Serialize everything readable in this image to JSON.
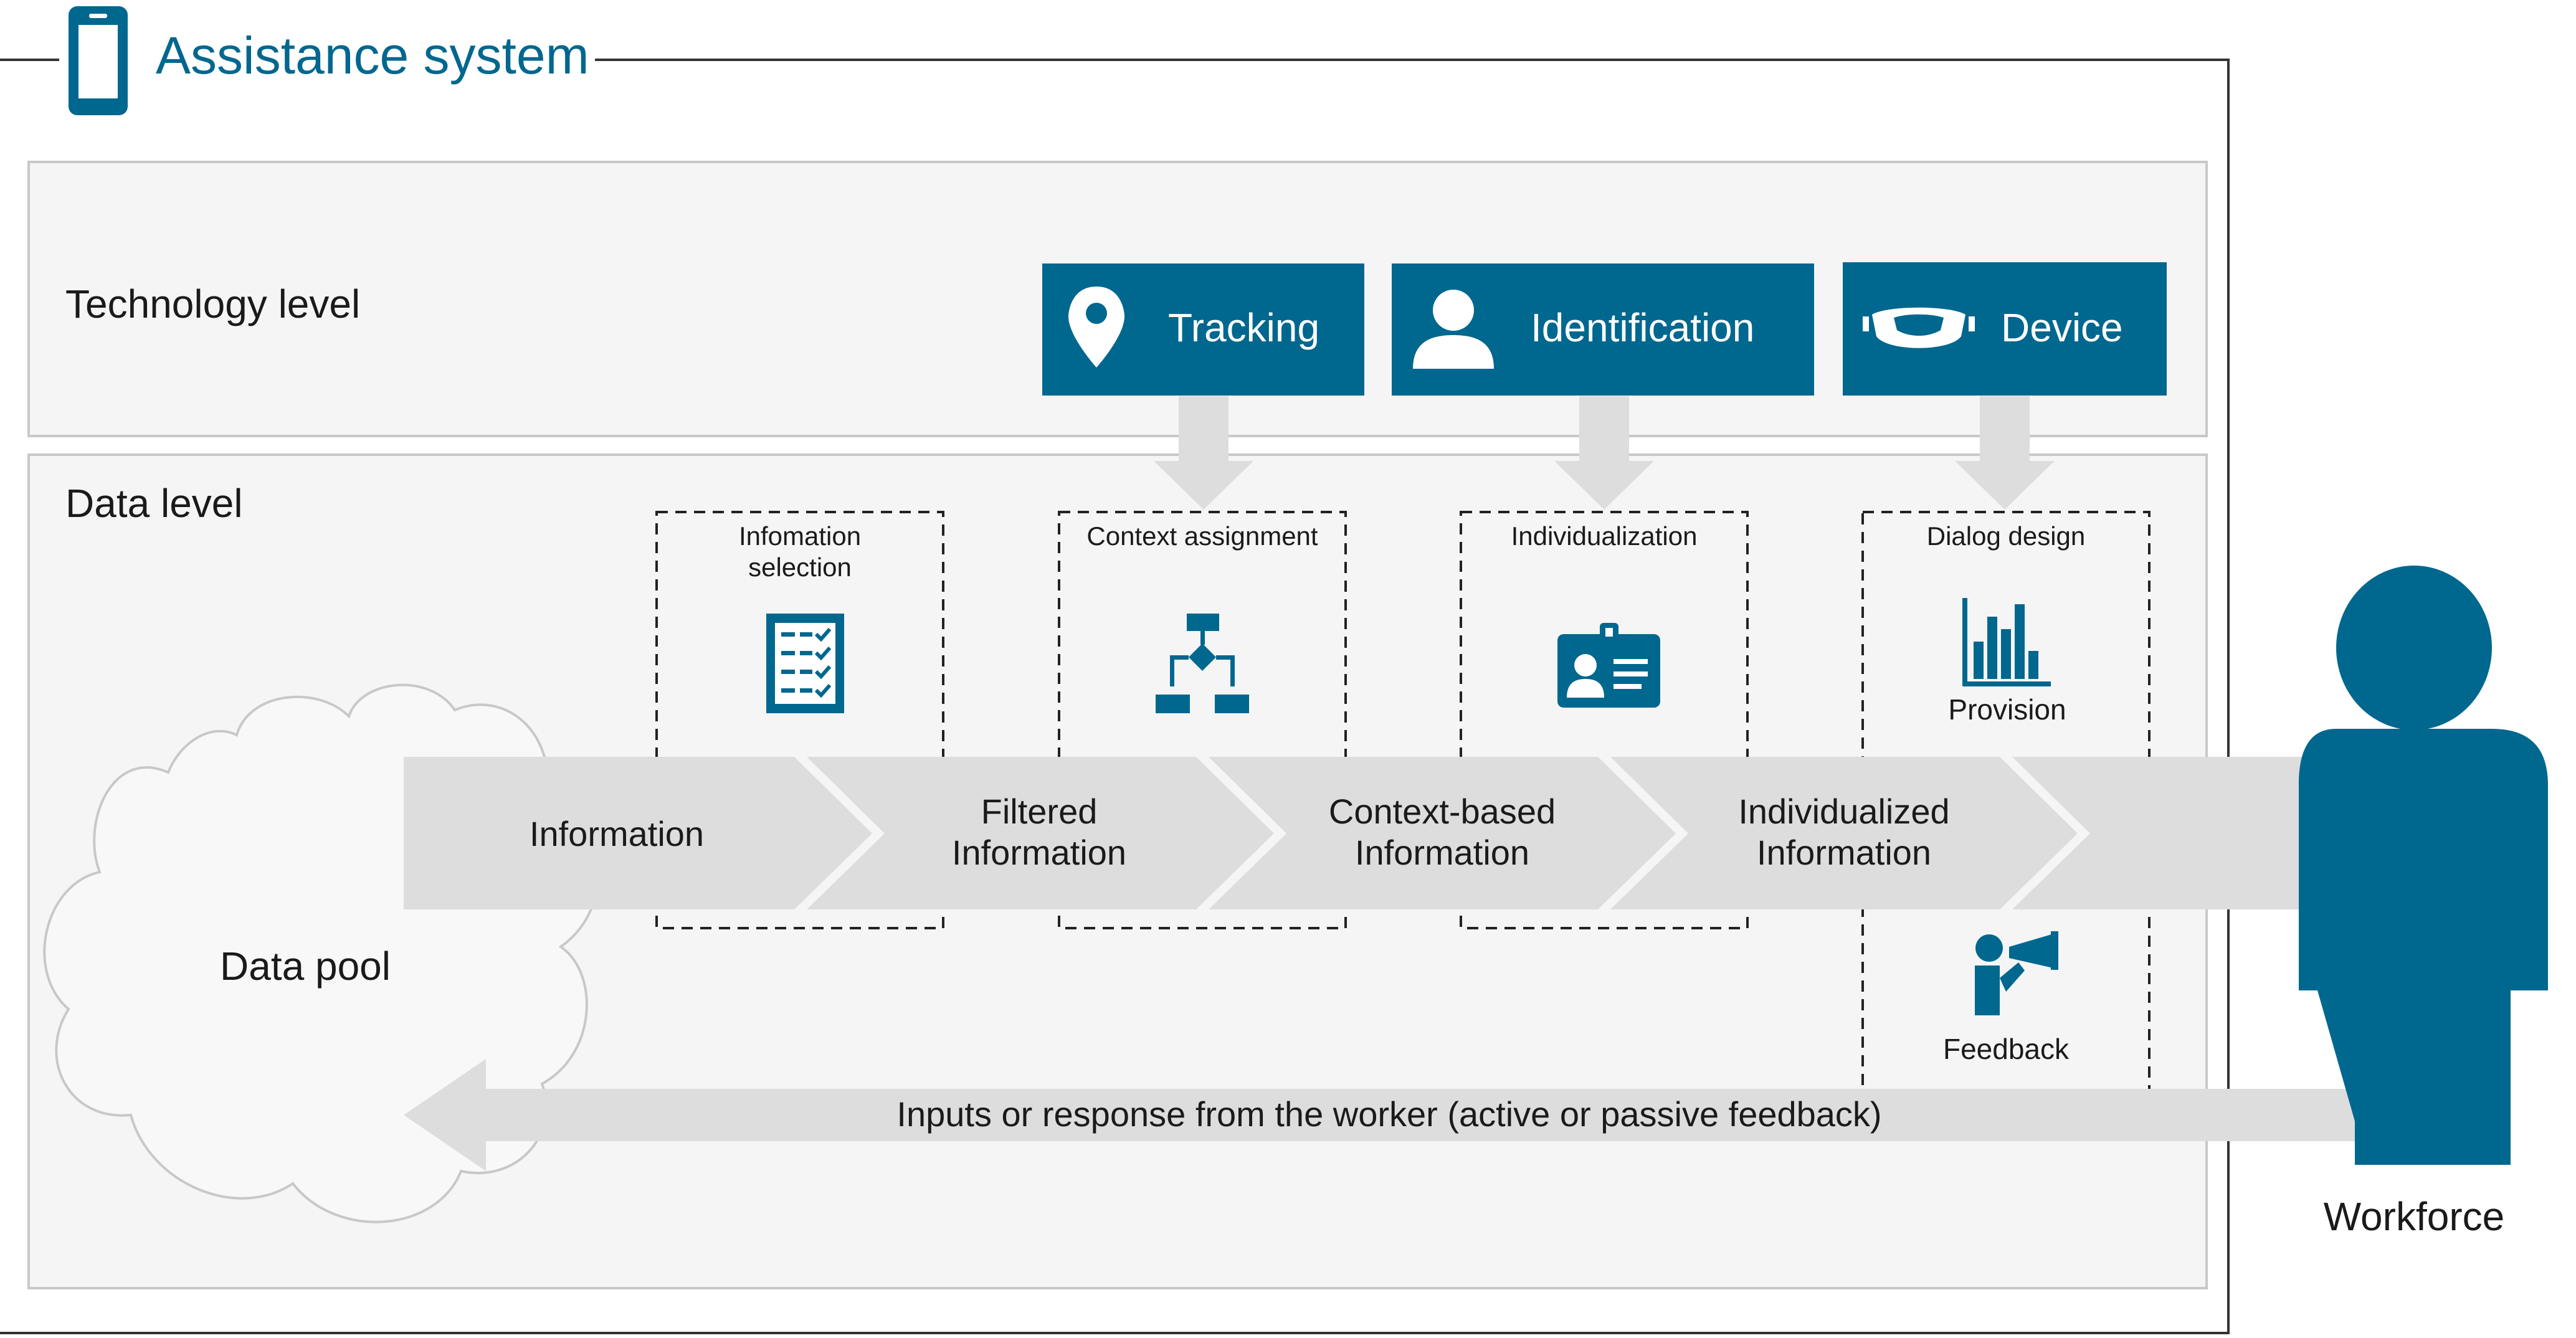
{
  "title": "Assistance system",
  "levels": {
    "technology": "Technology level",
    "data": "Data level"
  },
  "technology_boxes": [
    {
      "label": "Tracking",
      "icon": "location-pin-icon"
    },
    {
      "label": "Identification",
      "icon": "person-icon"
    },
    {
      "label": "Device",
      "icon": "ar-glasses-icon"
    }
  ],
  "process_boxes": [
    {
      "label_line1": "Infomation",
      "label_line2": "selection",
      "icon": "checklist-icon"
    },
    {
      "label_line1": "Context assignment",
      "label_line2": "",
      "icon": "flowchart-icon"
    },
    {
      "label_line1": "Individualization",
      "label_line2": "",
      "icon": "id-card-icon"
    },
    {
      "label_line1": "Dialog design",
      "label_line2": "",
      "icon": "bar-chart-icon",
      "sub_top": "Provision",
      "sub_bottom": "Feedback",
      "sub_bottom_icon": "megaphone-person-icon"
    }
  ],
  "flow_stages": [
    {
      "line1": "Information",
      "line2": ""
    },
    {
      "line1": "Filtered",
      "line2": "Information"
    },
    {
      "line1": "Context-based",
      "line2": "Information"
    },
    {
      "line1": "Individualized",
      "line2": "Information"
    }
  ],
  "data_pool": "Data pool",
  "feedback_arrow": "Inputs or response from the worker (active or passive feedback)",
  "workforce": "Workforce",
  "colors": {
    "primary": "#00678f",
    "arrow": "#dddddd",
    "panel": "#f5f5f5",
    "panel_border": "#c8c8c8"
  }
}
